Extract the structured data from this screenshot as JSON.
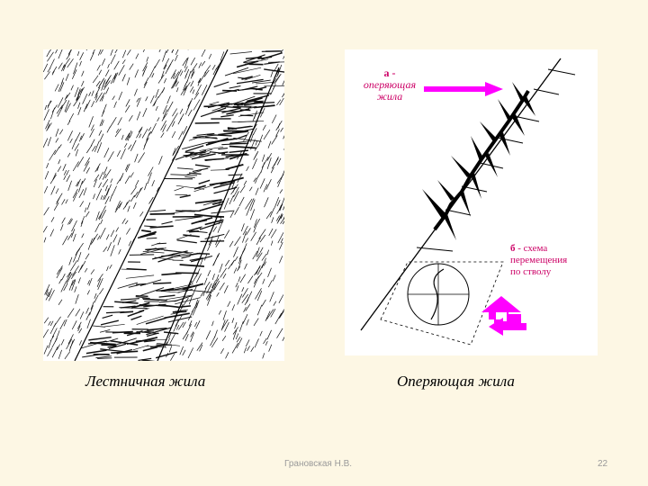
{
  "slide": {
    "left_caption": "Лестничная жила",
    "right_caption": "Оперяющая жила",
    "label_a_head": "а -",
    "label_a_line1": "оперяющая",
    "label_a_line2": "жила",
    "label_b_num": "б",
    "label_b_line1": " - схема",
    "label_b_line2": "перемещения",
    "label_b_line3": "по стволу",
    "footer_author": "Грановская Н.В.",
    "footer_page": "22"
  },
  "colors": {
    "background": "#fdf7e4",
    "arrow": "#ff00ff",
    "label": "#cc0066",
    "footer": "#9a9a9a"
  },
  "figures": {
    "left": "ladder-vein-drawing",
    "right": "feather-vein-diagram"
  }
}
